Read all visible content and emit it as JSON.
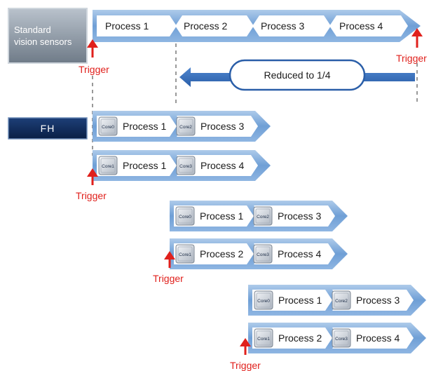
{
  "standard_sensor": {
    "label_line1": "Standard",
    "label_line2": "vision sensors",
    "processes": [
      "Process 1",
      "Process 2",
      "Process 3",
      "Process 4"
    ]
  },
  "fh_label": "FH",
  "reduced_label": "Reduced to 1/4",
  "trigger_label": "Trigger",
  "fh_groups": [
    {
      "rows": [
        {
          "cores": [
            "Core0",
            "Core2"
          ],
          "processes": [
            "Process 1",
            "Process 3"
          ]
        },
        {
          "cores": [
            "Core1",
            "Core3"
          ],
          "processes": [
            "Process 1",
            "Process 4"
          ]
        }
      ]
    },
    {
      "rows": [
        {
          "cores": [
            "Core0",
            "Core2"
          ],
          "processes": [
            "Process 1",
            "Process 3"
          ]
        },
        {
          "cores": [
            "Core1",
            "Core3"
          ],
          "processes": [
            "Process 2",
            "Process 4"
          ]
        }
      ]
    },
    {
      "rows": [
        {
          "cores": [
            "Core0",
            "Core2"
          ],
          "processes": [
            "Process 1",
            "Process 3"
          ]
        },
        {
          "cores": [
            "Core1",
            "Core3"
          ],
          "processes": [
            "Process 2",
            "Process 4"
          ]
        }
      ]
    }
  ]
}
